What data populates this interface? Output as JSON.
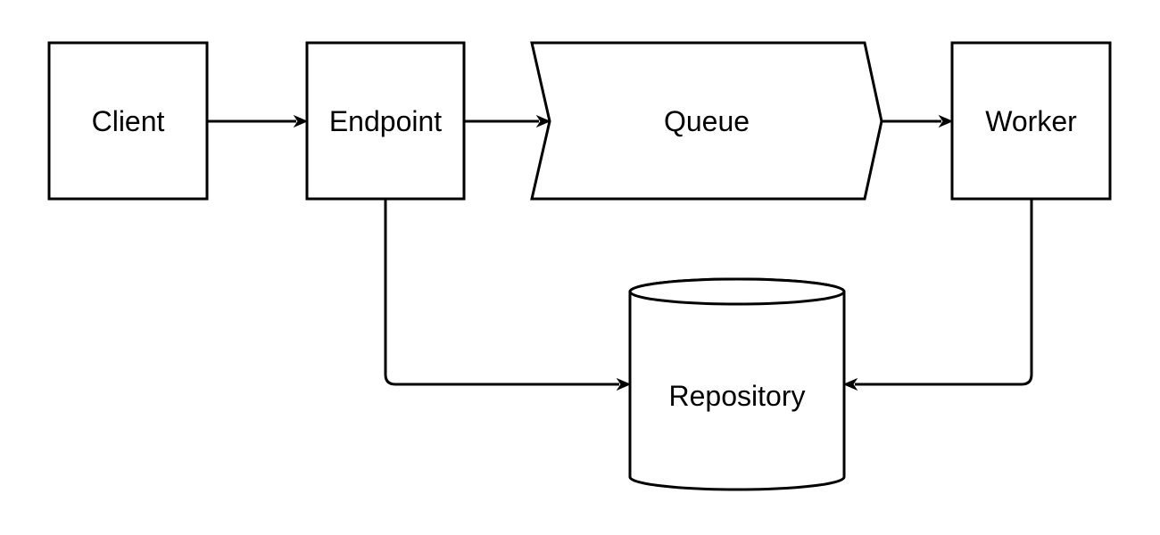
{
  "nodes": {
    "client": {
      "label": "Client"
    },
    "endpoint": {
      "label": "Endpoint"
    },
    "queue": {
      "label": "Queue"
    },
    "worker": {
      "label": "Worker"
    },
    "repository": {
      "label": "Repository"
    }
  },
  "edges": [
    {
      "from": "client",
      "to": "endpoint"
    },
    {
      "from": "endpoint",
      "to": "queue"
    },
    {
      "from": "queue",
      "to": "worker"
    },
    {
      "from": "endpoint",
      "to": "repository"
    },
    {
      "from": "worker",
      "to": "repository"
    }
  ],
  "colors": {
    "stroke": "#000000",
    "fill": "#ffffff",
    "background": "#ffffff"
  }
}
